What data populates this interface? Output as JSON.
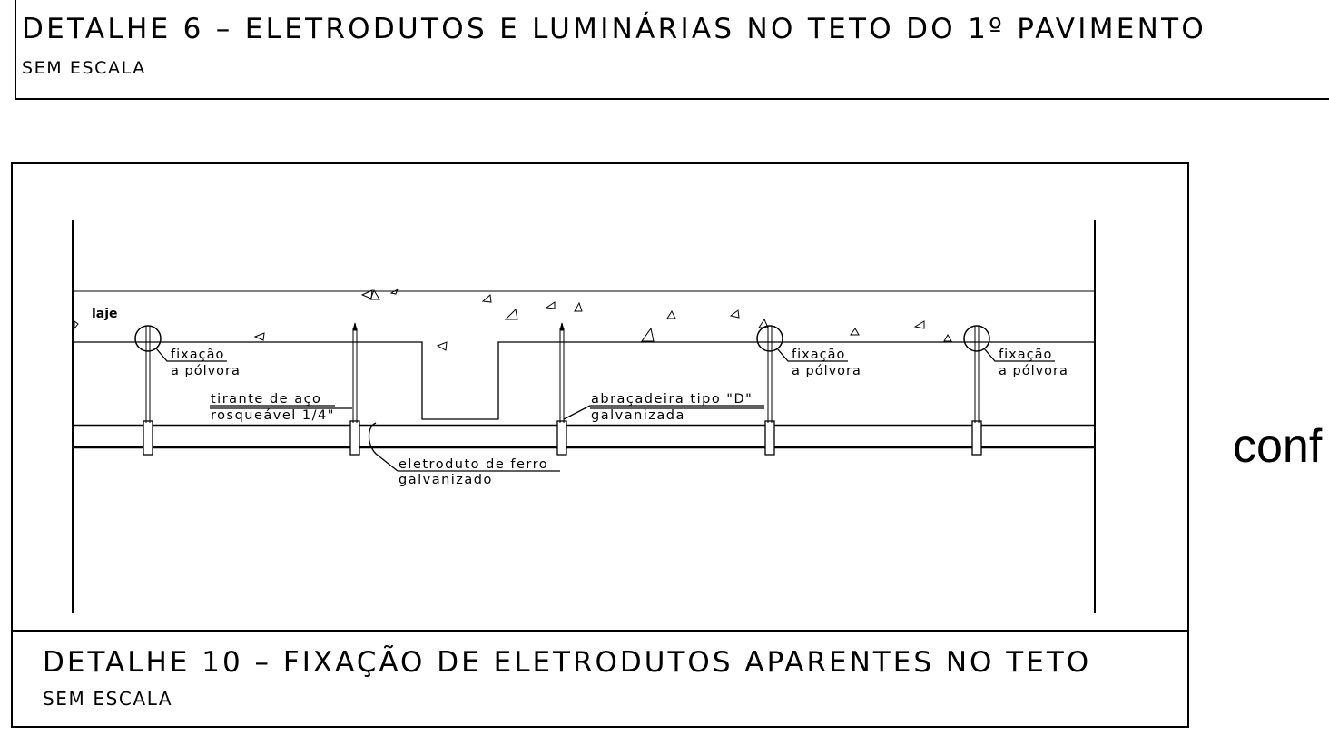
{
  "top_block": {
    "title": "DETALHE 6 – ELETRODUTOS E LUMINÁRIAS NO TETO DO 1º PAVIMENTO",
    "subtitle": "SEM ESCALA"
  },
  "detail": {
    "title": "DETALHE 10 – FIXAÇÃO DE ELETRODUTOS APARENTES NO TETO",
    "subtitle": "SEM ESCALA",
    "labels": {
      "slab": "laje",
      "fix1_line1": "fixação",
      "fix1_line2": "a pólvora",
      "fix2_line1": "fixação",
      "fix2_line2": "a pólvora",
      "fix3_line1": "fixação",
      "fix3_line2": "a pólvora",
      "rod_line1": "tirante de aço",
      "rod_line2": "rosqueável 1/4\"",
      "clamp_line1": "abraçadeira tipo \"D\"",
      "clamp_line2": "galvanizada",
      "conduit_line1": "eletroduto de ferro",
      "conduit_line2": "galvanizado"
    }
  },
  "side_text": "conf"
}
